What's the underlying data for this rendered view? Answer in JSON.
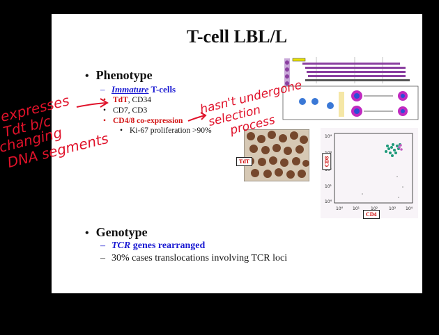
{
  "slide": {
    "title": "T-cell LBL/L",
    "phenotype": {
      "heading": "Phenotype",
      "sub_immature": "Immature",
      "sub_tcells": " T-cells",
      "item1_red": "TdT",
      "item1_rest": ", CD34",
      "item2": "CD7, CD3",
      "item3": "CD4/8 co-expression",
      "item4": "Ki-67 proliferation >90%"
    },
    "genotype": {
      "heading": "Genotype",
      "item1_italic": "TCR",
      "item1_rest": " genes rearranged",
      "item2": "30% cases translocations involving TCR loci"
    },
    "figures": {
      "tdt_label": "TdT",
      "cd8_label": "CD8",
      "cd4_label": "CD4",
      "ticks_x": [
        "10°",
        "10¹",
        "10²",
        "10³",
        "10⁴"
      ],
      "ticks_y": [
        "10⁴",
        "10³",
        "10²",
        "10¹",
        "10°"
      ]
    }
  },
  "annotations": {
    "left_note": [
      "expresses",
      "Tdt b/c",
      "changing",
      "DNA segments"
    ],
    "right_note": [
      "hasn't undergone",
      "selection",
      "process"
    ]
  },
  "colors": {
    "accent_red": "#d21414",
    "accent_blue": "#1919d2",
    "ink": "#e0122a"
  }
}
